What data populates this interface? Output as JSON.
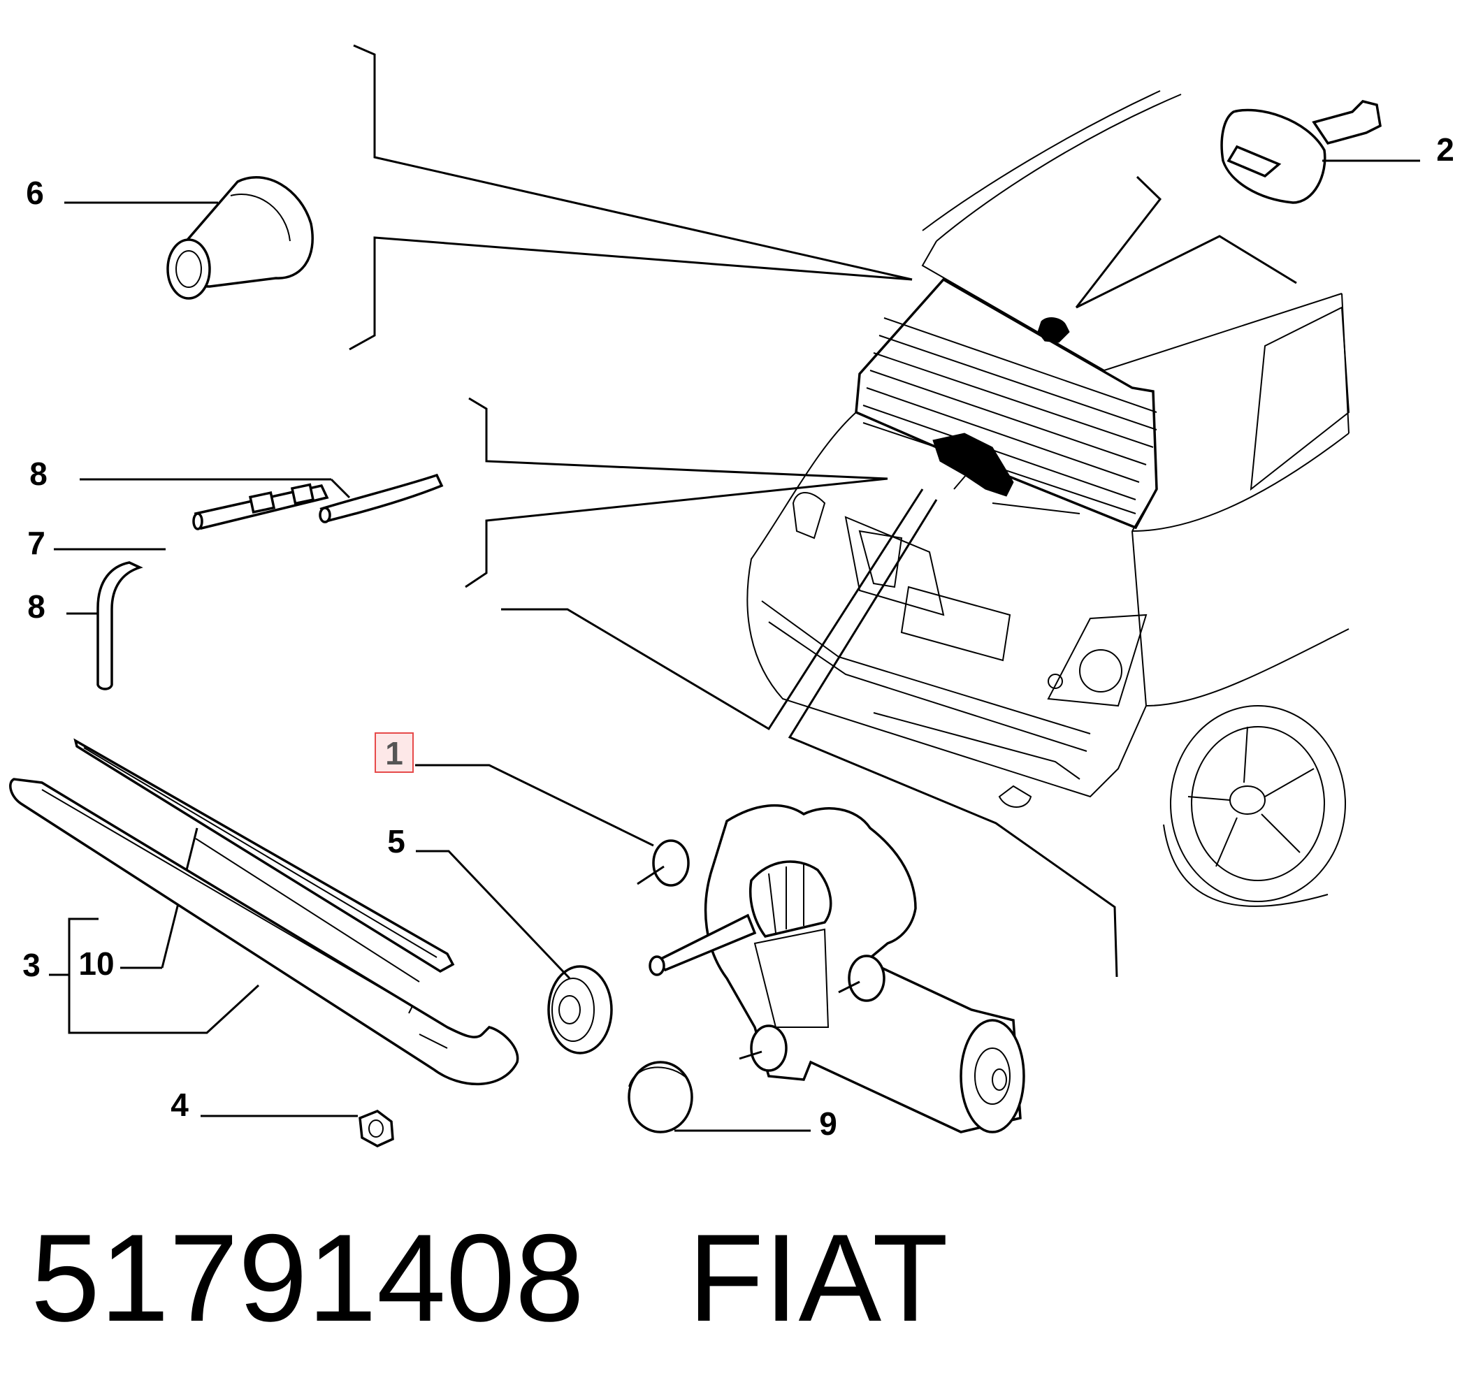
{
  "callouts": {
    "c1": "1",
    "c2": "2",
    "c3": "3",
    "c4": "4",
    "c5": "5",
    "c6": "6",
    "c7": "7",
    "c8a": "8",
    "c8b": "8",
    "c9": "9",
    "c10": "10"
  },
  "highlight_color": "#e64a4a",
  "caption": {
    "part_number": "51791408",
    "brand": "FIAT"
  }
}
